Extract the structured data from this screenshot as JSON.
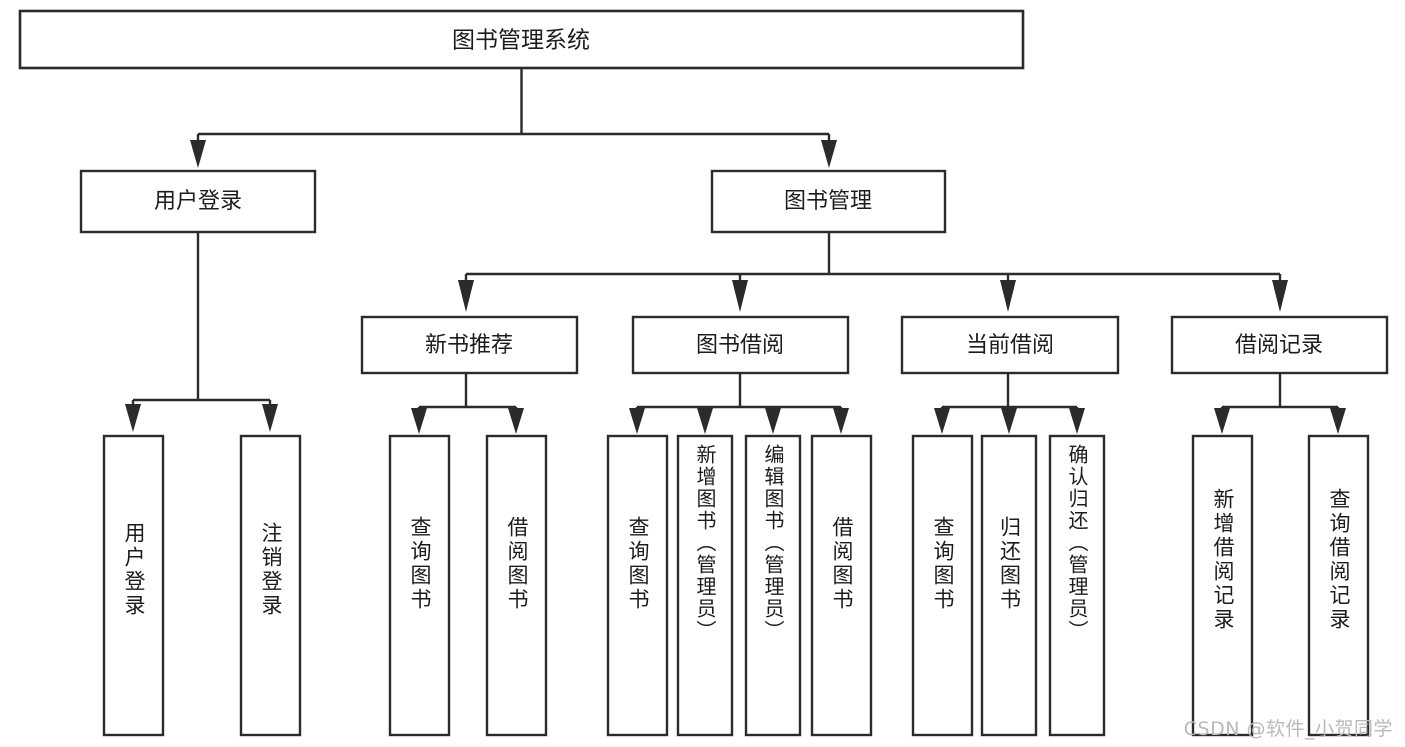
{
  "diagram": {
    "type": "tree-hierarchy",
    "title": "图书管理系统",
    "orientation": "top-down",
    "colors": {
      "box_stroke": "#2b2b2b",
      "box_fill": "#ffffff",
      "text": "#1c1c1c",
      "canvas": "#ffffff",
      "watermark": "#b9b9b9"
    },
    "root": {
      "label": "图书管理系统"
    },
    "level2": [
      {
        "label": "用户登录"
      },
      {
        "label": "图书管理"
      }
    ],
    "level3": [
      {
        "label": "新书推荐"
      },
      {
        "label": "图书借阅"
      },
      {
        "label": "当前借阅"
      },
      {
        "label": "借阅记录"
      }
    ],
    "leaves": {
      "user_login": [
        {
          "label": "用户登录"
        },
        {
          "label": "注销登录"
        }
      ],
      "new_book_recommend": [
        {
          "label": "查询图书"
        },
        {
          "label": "借阅图书"
        }
      ],
      "book_borrow": [
        {
          "label": "查询图书"
        },
        {
          "label": "新增图书（管理员）"
        },
        {
          "label": "编辑图书（管理员）"
        },
        {
          "label": "借阅图书"
        }
      ],
      "current_borrow": [
        {
          "label": "查询图书"
        },
        {
          "label": "归还图书"
        },
        {
          "label": "确认归还（管理员）"
        }
      ],
      "borrow_record": [
        {
          "label": "新增借阅记录"
        },
        {
          "label": "查询借阅记录"
        }
      ]
    }
  },
  "watermark": {
    "text": "CSDN @软件_小贺同学"
  }
}
